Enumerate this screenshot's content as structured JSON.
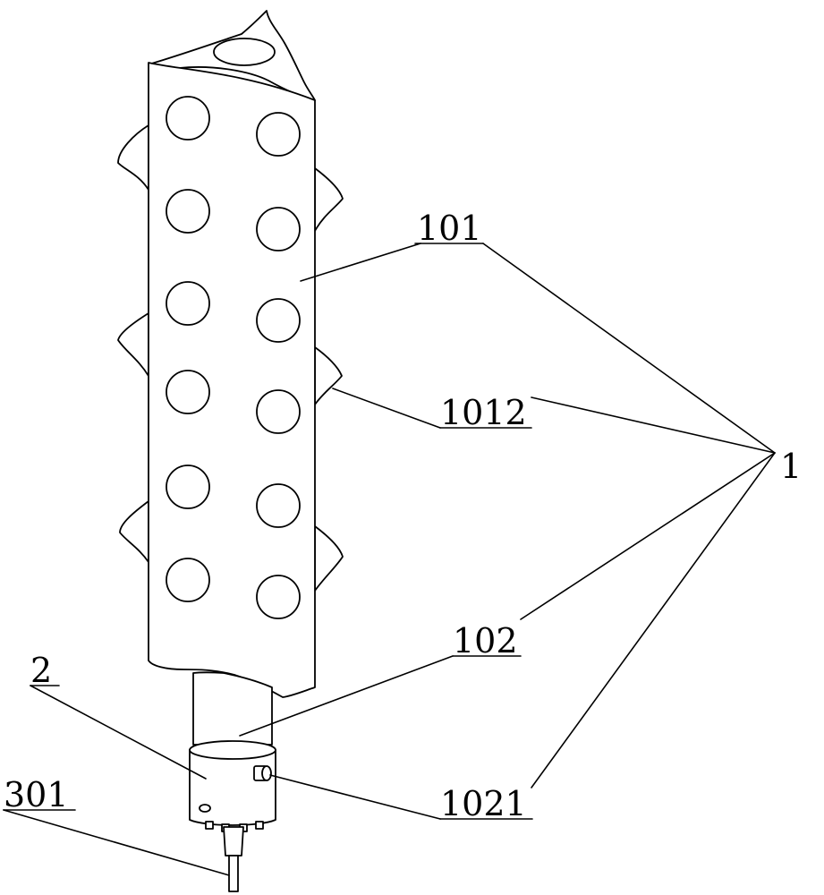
{
  "figure": {
    "labels": {
      "assembly": "1",
      "tube": "101",
      "fin": "1012",
      "connector": "102",
      "screw": "1021",
      "sleeve": "2",
      "stem": "301"
    }
  }
}
